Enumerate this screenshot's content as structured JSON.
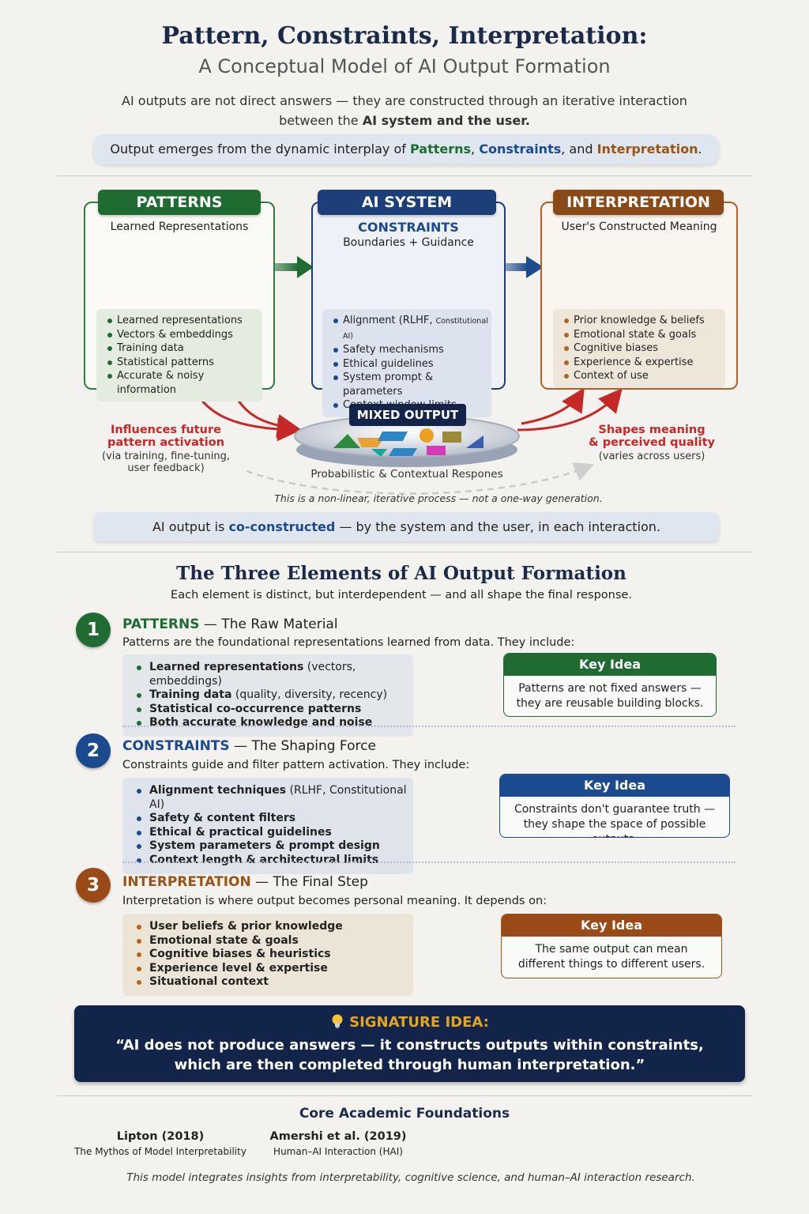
{
  "title": "Pattern, Constraints, Interpretation:",
  "subtitle": "A Conceptual Model of AI Output Formation",
  "intro": {
    "line1": "AI outputs are not direct answers — they are constructed through an iterative interaction",
    "line2_prefix": "between the ",
    "line2_bold": "AI system and the user."
  },
  "summary_pill": {
    "prefix": "Output emerges from the dynamic interplay of ",
    "patterns": "Patterns",
    "sep1": ", ",
    "constraints": "Constraints",
    "sep2": ", and ",
    "interpretation": "Interpretation",
    "suffix": "."
  },
  "diagram": {
    "patterns": {
      "tab": "PATTERNS",
      "subtitle": "Learned Representations",
      "items": [
        "Learned representations",
        "Vectors & embeddings",
        "Training data",
        "Statistical patterns",
        "Accurate & noisy information"
      ]
    },
    "ai_system": {
      "tab": "AI SYSTEM",
      "heading": "CONSTRAINTS",
      "subtitle": "Boundaries + Guidance",
      "items": [
        "Alignment (RLHF, ",
        "Safety mechanisms",
        "Ethical guidelines",
        "System prompt & parameters",
        "Context window limits"
      ],
      "item0_small": "Constitutional AI)"
    },
    "interpretation": {
      "tab": "INTERPRETATION",
      "subtitle": "User's Constructed Meaning",
      "items": [
        "Prior knowledge & beliefs",
        "Emotional state & goals",
        "Cognitive biases",
        "Experience & expertise",
        "Context of use"
      ]
    },
    "mixed_output": "MIXED OUTPUT",
    "bowl_caption": "Probabilistic & Contextual Respones",
    "left_label": {
      "red1": "Influences future",
      "red2": "pattern activation",
      "note1": "(via training, fine-tuning,",
      "note2": "user feedback)"
    },
    "right_label": {
      "red1": "Shapes meaning",
      "red2": "& perceived quality",
      "note": "(varies across users)"
    },
    "process_note": "This is a non-linear, iterative process — not a one-way generation."
  },
  "co_pill": {
    "prefix": "AI output is ",
    "bold": "co-constructed",
    "suffix": " — by the system and the user, in each interaction."
  },
  "elements_title": "The Three Elements of AI Output Formation",
  "elements_subtitle": "Each element is distinct, but interdependent — and all shape the final response.",
  "sections": [
    {
      "num": "1",
      "name": "PATTERNS",
      "rest": " — The Raw Material",
      "desc": "Patterns are the foundational representations learned from data. They include:",
      "items": [
        {
          "b": "Learned representations",
          "t": " (vectors, embeddings)"
        },
        {
          "b": "Training data",
          "t": " (quality, diversity, recency)"
        },
        {
          "b": "Statistical co-occurrence patterns",
          "t": ""
        },
        {
          "b": "Both accurate knowledge and noise",
          "t": ""
        }
      ],
      "key_title": "Key Idea",
      "key_text1": "Patterns are not fixed answers —",
      "key_text2": "they are reusable building blocks."
    },
    {
      "num": "2",
      "name": "CONSTRAINTS",
      "rest": " — The Shaping Force",
      "desc": "Constraints guide and filter pattern activation. They include:",
      "items": [
        {
          "b": "Alignment techniques",
          "t": " (RLHF, Constitutional AI)"
        },
        {
          "b": "Safety & content filters",
          "t": ""
        },
        {
          "b": "Ethical & practical guidelines",
          "t": ""
        },
        {
          "b": "System parameters & prompt design",
          "t": ""
        },
        {
          "b": "Context length & architectural limits",
          "t": ""
        }
      ],
      "key_title": "Key Idea",
      "key_text1": "Constraints don't guarantee truth —",
      "key_text2": "they shape the space of possible outputs."
    },
    {
      "num": "3",
      "name": "INTERPRETATION",
      "rest": " — The Final Step",
      "desc": "Interpretation is where output becomes personal meaning. It depends on:",
      "items": [
        {
          "b": "User beliefs & prior knowledge",
          "t": ""
        },
        {
          "b": "Emotional state & goals",
          "t": ""
        },
        {
          "b": "Cognitive biases & heuristics",
          "t": ""
        },
        {
          "b": "Experience level & expertise",
          "t": ""
        },
        {
          "b": "Situational context",
          "t": ""
        }
      ],
      "key_title": "Key Idea",
      "key_text1": "The same output can mean",
      "key_text2": "different things to different users."
    }
  ],
  "signature": {
    "label": "SIGNATURE IDEA:",
    "quote1": "“AI does not produce answers — it constructs outputs within constraints,",
    "quote2": "which are then completed through human interpretation.”"
  },
  "foundations": {
    "title": "Core Academic Foundations",
    "refs": [
      {
        "author": "Lipton (2018)",
        "work": "The Mythos of Model Interpretability"
      },
      {
        "author": "Amershi et al. (2019)",
        "work": "Human–AI Interaction (HAI)"
      }
    ],
    "footer": "This model integrates insights from interpretability, cognitive science, and human–AI interaction research."
  },
  "colors": {
    "green": "#1f6b32",
    "blue": "#1c4a8f",
    "orange": "#9a5416",
    "navy": "#13244a",
    "red": "#c62828",
    "gold": "#e3a51f"
  },
  "icons": [
    "head-brain-icon",
    "layers-icon",
    "lightbulb-icon",
    "arrow-icons"
  ]
}
